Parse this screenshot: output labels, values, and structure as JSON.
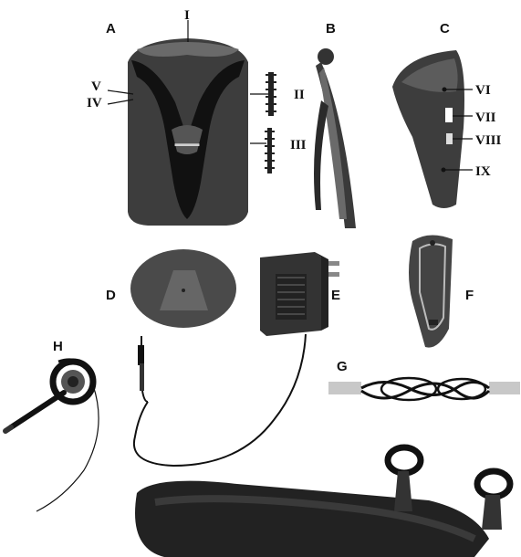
{
  "labels": {
    "A": "A",
    "B": "B",
    "C": "C",
    "D": "D",
    "E": "E",
    "F": "F",
    "G": "G",
    "H": "H"
  },
  "callouts": {
    "I": "I",
    "II": "II",
    "III": "III",
    "IV": "IV",
    "V": "V",
    "VI": "VI",
    "VII": "VII",
    "VIII": "VIII",
    "IX": "IX"
  },
  "colors": {
    "body_dark": "#3a3a3a",
    "body_mid": "#5a5a5a",
    "body_light": "#7a7a7a",
    "black": "#111111",
    "connector_grey": "#c8c8c8"
  }
}
